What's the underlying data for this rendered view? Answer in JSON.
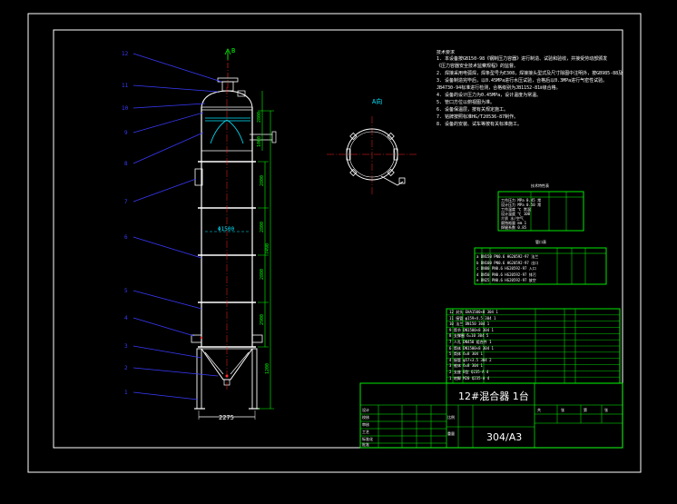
{
  "colors": {
    "background": "#000000",
    "frame": "#ffffff",
    "vessel": "#ffffff",
    "leader": "#3a3aff",
    "dimension": "#00ff00",
    "centerline": "#ff2222",
    "cyan": "#00e5ff",
    "table": "#00ff00",
    "text": "#ffffff",
    "mark": "#ff3333"
  },
  "view_a": {
    "label": "A向"
  },
  "nozzle_arrow": {
    "label": "B"
  },
  "dims": {
    "vertical_texts": [
      "2800",
      "1000",
      "2800",
      "2800",
      "2800",
      "2900",
      "7490",
      "1200"
    ],
    "width_label": "2275",
    "mid_label": "Φ1500"
  },
  "notes": {
    "header": "技术要求",
    "lines": [
      "1. 本设备按GB150-98《钢制压力容器》进行制造、试验和验收，并接受劳动部颁发",
      "   《压力容器安全技术监察规程》的监督。",
      "2. 焊接采用电弧焊，焊条型号为E308，焊接接头型式及尺寸除图中注明外，按GB985-88及HG/T17-89中规定。",
      "3. 设备制造完毕后，以0.45MPa进行水压试验，合格后以0.3MPa进行气密性试验。",
      "   JB4730-94标准进行检测，合格级别为JB1152-81Ⅱ级合格。",
      "4. 设备的设计压力为0.45MPa，设计温度为常温。",
      "5. 管口方位以俯视图为准。",
      "6. 设备保温层，按有关规定施工。",
      "7. 铭牌按照标准HG/T20536-87制作。",
      "8. 设备的安装、试车等按有关标准施工。"
    ]
  },
  "design_table": {
    "title": "技术特性表",
    "rows": [
      "工作压力 MPa  0.45  常",
      "设计压力 MPa  0.50  常",
      "工作温度 ℃  常温",
      "设计温度 ℃  100",
      "介质  水/空气",
      "腐蚀裕量 mm  1",
      "焊缝系数  0.85"
    ]
  },
  "nozzle_table": {
    "title": "管口表",
    "rows": [
      "a  DN150 PN0.6 HG20592-97  法兰",
      "b  DN100 PN0.6 HG20592-97  出口",
      "c  DN80 PN0.6 HG20592-97  入口",
      "d  DN50 PN0.6 HG20592-97  排污",
      "e  DN25 PN0.6 HG20592-97  放空"
    ]
  },
  "bom": {
    "rows": [
      "12  封头  EHA1500×8  304  1",
      "11  接管  φ159×4.5  304  1",
      "10  法兰  DN150  304  1",
      "9  筒节  DN1500×8  304  1",
      "8  支撑圈  δ=10  304  5",
      "7  人孔  DN450  组合件  1",
      "6  筒体  DN1500×8  304  1",
      "5  筒体  δ=8  304  1",
      "4  接管  φ57×3.5  304  2",
      "3  锥体  δ=8  304  1",
      "2  支座  B型  Q235-A  4",
      "1  地脚  M20  Q235-A  4"
    ]
  },
  "title_block": {
    "title": "12#混合器 1台",
    "material": "304/A3",
    "cells": [
      "设计",
      "校核",
      "审核",
      "工艺",
      "标准化",
      "批准",
      "比例",
      "重量",
      "共",
      "张",
      "第",
      "张"
    ]
  }
}
